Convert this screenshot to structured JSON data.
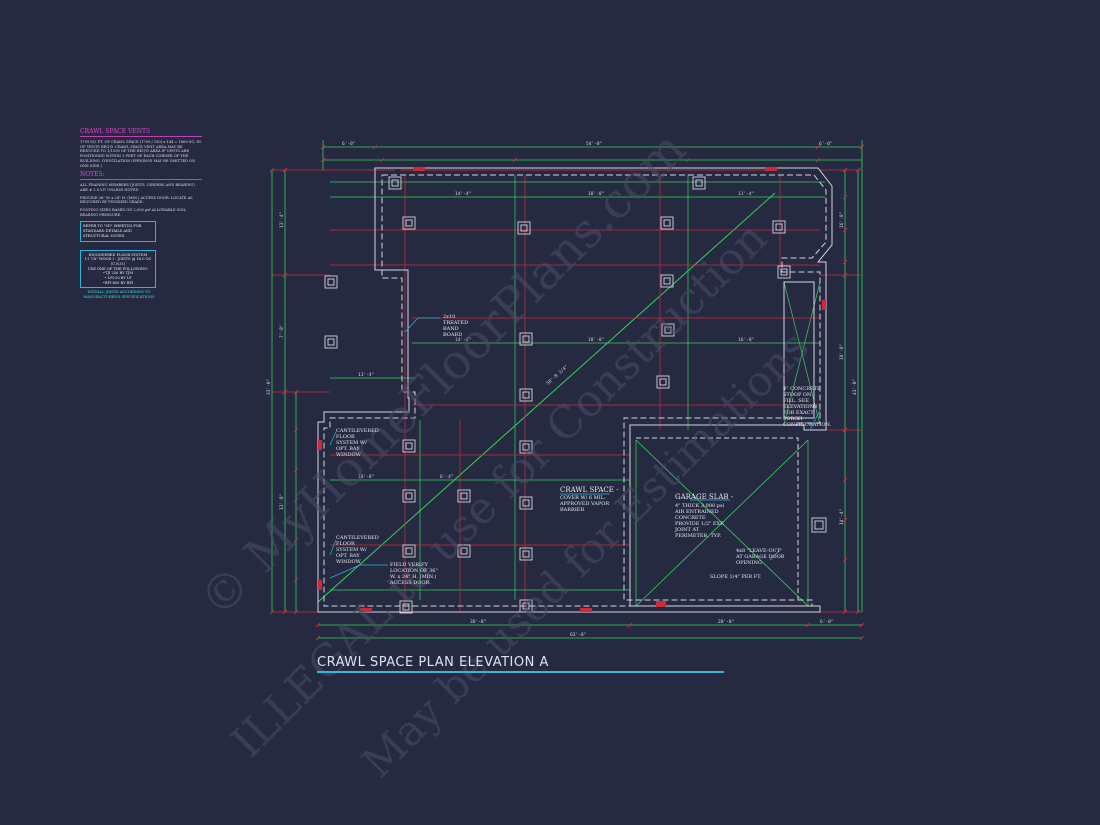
{
  "notes": {
    "vents_heading": "CRAWL SPACE VENTS",
    "vents_text": "1799 SQ. FT. OF CRAWL SPACE (1799 / 150) x 144 = 1669 SQ. IN. OF VENTS REQ'D. CRAWL SPACE VENT AREA MAY BE REDUCED TO 1/1500 OF THE REQ'D AREA IF VENTS ARE POSITIONED WITHIN 3 FEET OF EACH CORNER OF THE BUILDING. (VENTILATION OPENINGS MAY BE OMITTED ON ONE SIDE.)",
    "notes_heading": "NOTES:",
    "note1": "ALL FRAMING MEMBERS (JOISTS, GIRDERS AND BEARING) ARE # 2 S.Y.P. UNLESS NOTED",
    "note2": "PROVIDE 36\" W. x 24\" H. (MIN.) ACCESS DOOR. LOCATE AS REQUIRED BY FINISHED GRADE.",
    "note3": "FOOTING SIZES BASED ON 2,000 psf ALLOWABLE SOIL BEARING PRESSURE.",
    "refer_box": "REFER TO \"SD\" SHEET(S) FOR STANDARD DETAILS AND STRUCTURAL NOTES.",
    "floor_system_title": "ENGINEERED FLOOR SYSTEM",
    "floor_system_line1": "11 7/8\" WOOD I - JOISTS @ 16.0 OC (U.N.O.)",
    "floor_system_line2": "USE ONE OF THE FOLLOWING:",
    "floor_system_line3": "•TJI 230 BY TJM",
    "floor_system_line4": "• LPI-20 BY LP",
    "floor_system_line5": "•BPI-400 BY BPI",
    "install_note": "INSTALL JOISTS ACCORDING TO MANUFACTURER'S SPECIFICATIONS"
  },
  "labels": {
    "treated_band": "2x10 TREATED BAND BOARD",
    "cantilevered_1": "CANTILEVERED FLOOR SYSTEM W/ OPT. BAY WINDOW",
    "cantilevered_2": "CANTILEVERED FLOOR SYSTEM W/ OPT. BAY WINDOW",
    "field_verify": "FIELD VERIFY LOCATION OF 36\" W. x 24\" H. (MIN.) ACCESS DOOR.",
    "crawl_space": "CRAWL SPACE -",
    "crawl_space_sub": "COVER W/ 6 MIL. APPROVED VAPOR BARRIER",
    "garage_slab": "GARAGE SLAB -",
    "garage_slab_sub": "4\" THICK 3,000 psi AIR ENTRAINED CONCRETE PROVIDE 1/2\" EXP. JOINT AT PERIMETER, TYP.",
    "concrete_stoop": "4\" CONCRETE STOOP ON FILL. SEE ELEVATIONS FOR EXACT PORCH CONFIGURATION.",
    "leave_out": "4x8 \"LEAVE-OUT\" AT GARAGE DOOR OPENING",
    "slope": "SLOPE 1/4\" PER FT.",
    "diag_dim": "50'-8 3/4\""
  },
  "dims": {
    "top_overall": "54'-8\"",
    "top_left": "6'-0\"",
    "top_right": "6'-0\"",
    "bottom_overall": "63'-8\"",
    "bottom_left": "36'-8\"",
    "bottom_right": "28'-0\"",
    "bottom_end": "6'-0\"",
    "left_overall": "33'-0\"",
    "right_overall": "43'-0\"",
    "left_a": "13'-4\"",
    "left_b": "7'-8\"",
    "left_c": "13'-8\"",
    "right_a": "16'-8\"",
    "right_b": "18'-8\"",
    "right_c": "14'-4\"",
    "span_1": "14'-4\"",
    "span_2": "18'-8\"",
    "span_3": "11'-4\"",
    "span_4": "18'-8\"",
    "span_5": "14'-4\"",
    "span_6": "16'-8\"",
    "span_7": "11'-4\"",
    "span_8": "6'-4\"",
    "span_9": "10'-8\""
  },
  "title": "CRAWL SPACE PLAN ELEVATION A",
  "colors": {
    "background": "#262a41",
    "wall": "#d4d4e0",
    "dimension": "#34d05a",
    "accent_red": "#d02a3a",
    "cyan": "#2ab6d8",
    "magenta": "#e24bd2"
  }
}
